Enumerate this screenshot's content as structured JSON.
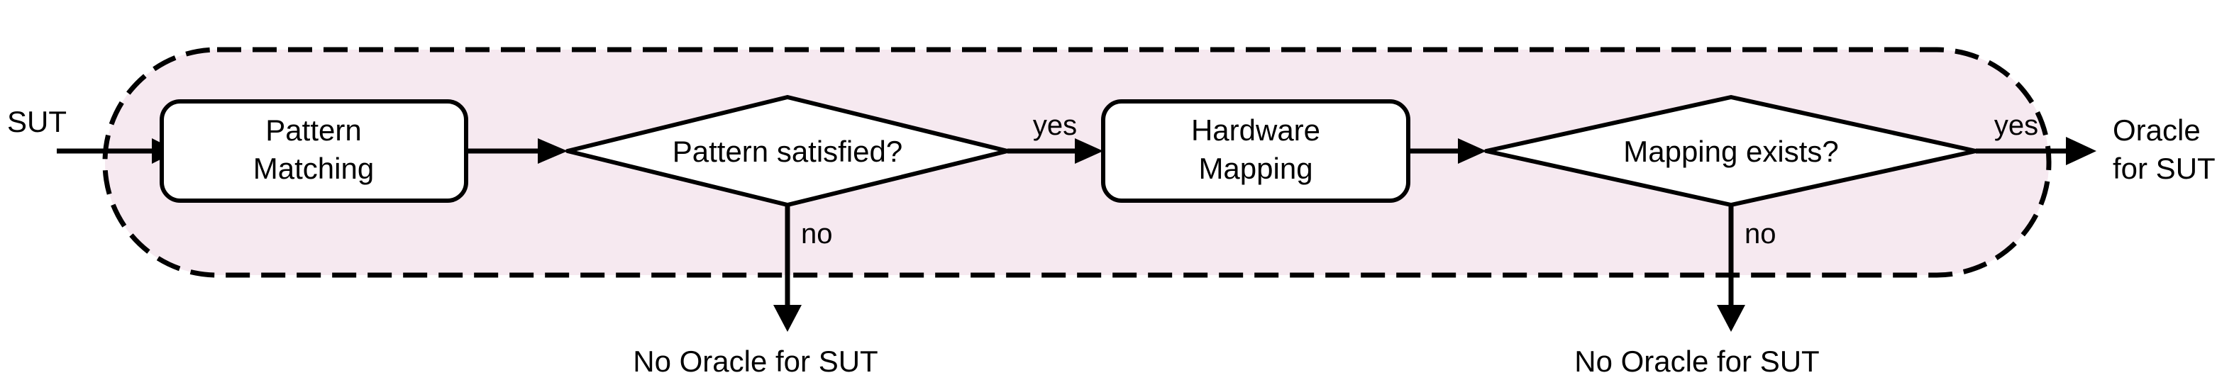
{
  "diagram": {
    "title": "SUT oracle derivation flowchart",
    "colors": {
      "region_fill": "#f6e9f0",
      "stroke": "#000000",
      "node_fill": "#ffffff"
    },
    "inputs": [
      {
        "id": "sut-input",
        "label": "SUT"
      }
    ],
    "region": {
      "name": "oracle-derivation-region",
      "style": "dashed-rounded"
    },
    "nodes": [
      {
        "id": "pattern-matching",
        "type": "process",
        "label_line1": "Pattern",
        "label_line2": "Matching"
      },
      {
        "id": "pattern-satisfied",
        "type": "decision",
        "label": "Pattern satisfied?"
      },
      {
        "id": "hardware-mapping",
        "type": "process",
        "label_line1": "Hardware",
        "label_line2": "Mapping"
      },
      {
        "id": "mapping-exists",
        "type": "decision",
        "label": "Mapping exists?"
      }
    ],
    "edge_labels": {
      "pattern_yes": "yes",
      "pattern_no": "no",
      "mapping_yes": "yes",
      "mapping_no": "no"
    },
    "outputs": [
      {
        "id": "oracle-for-sut",
        "label_line1": "Oracle",
        "label_line2": "for SUT"
      },
      {
        "id": "no-oracle-pattern",
        "label": "No Oracle for SUT"
      },
      {
        "id": "no-oracle-mapping",
        "label": "No Oracle for SUT"
      }
    ]
  }
}
